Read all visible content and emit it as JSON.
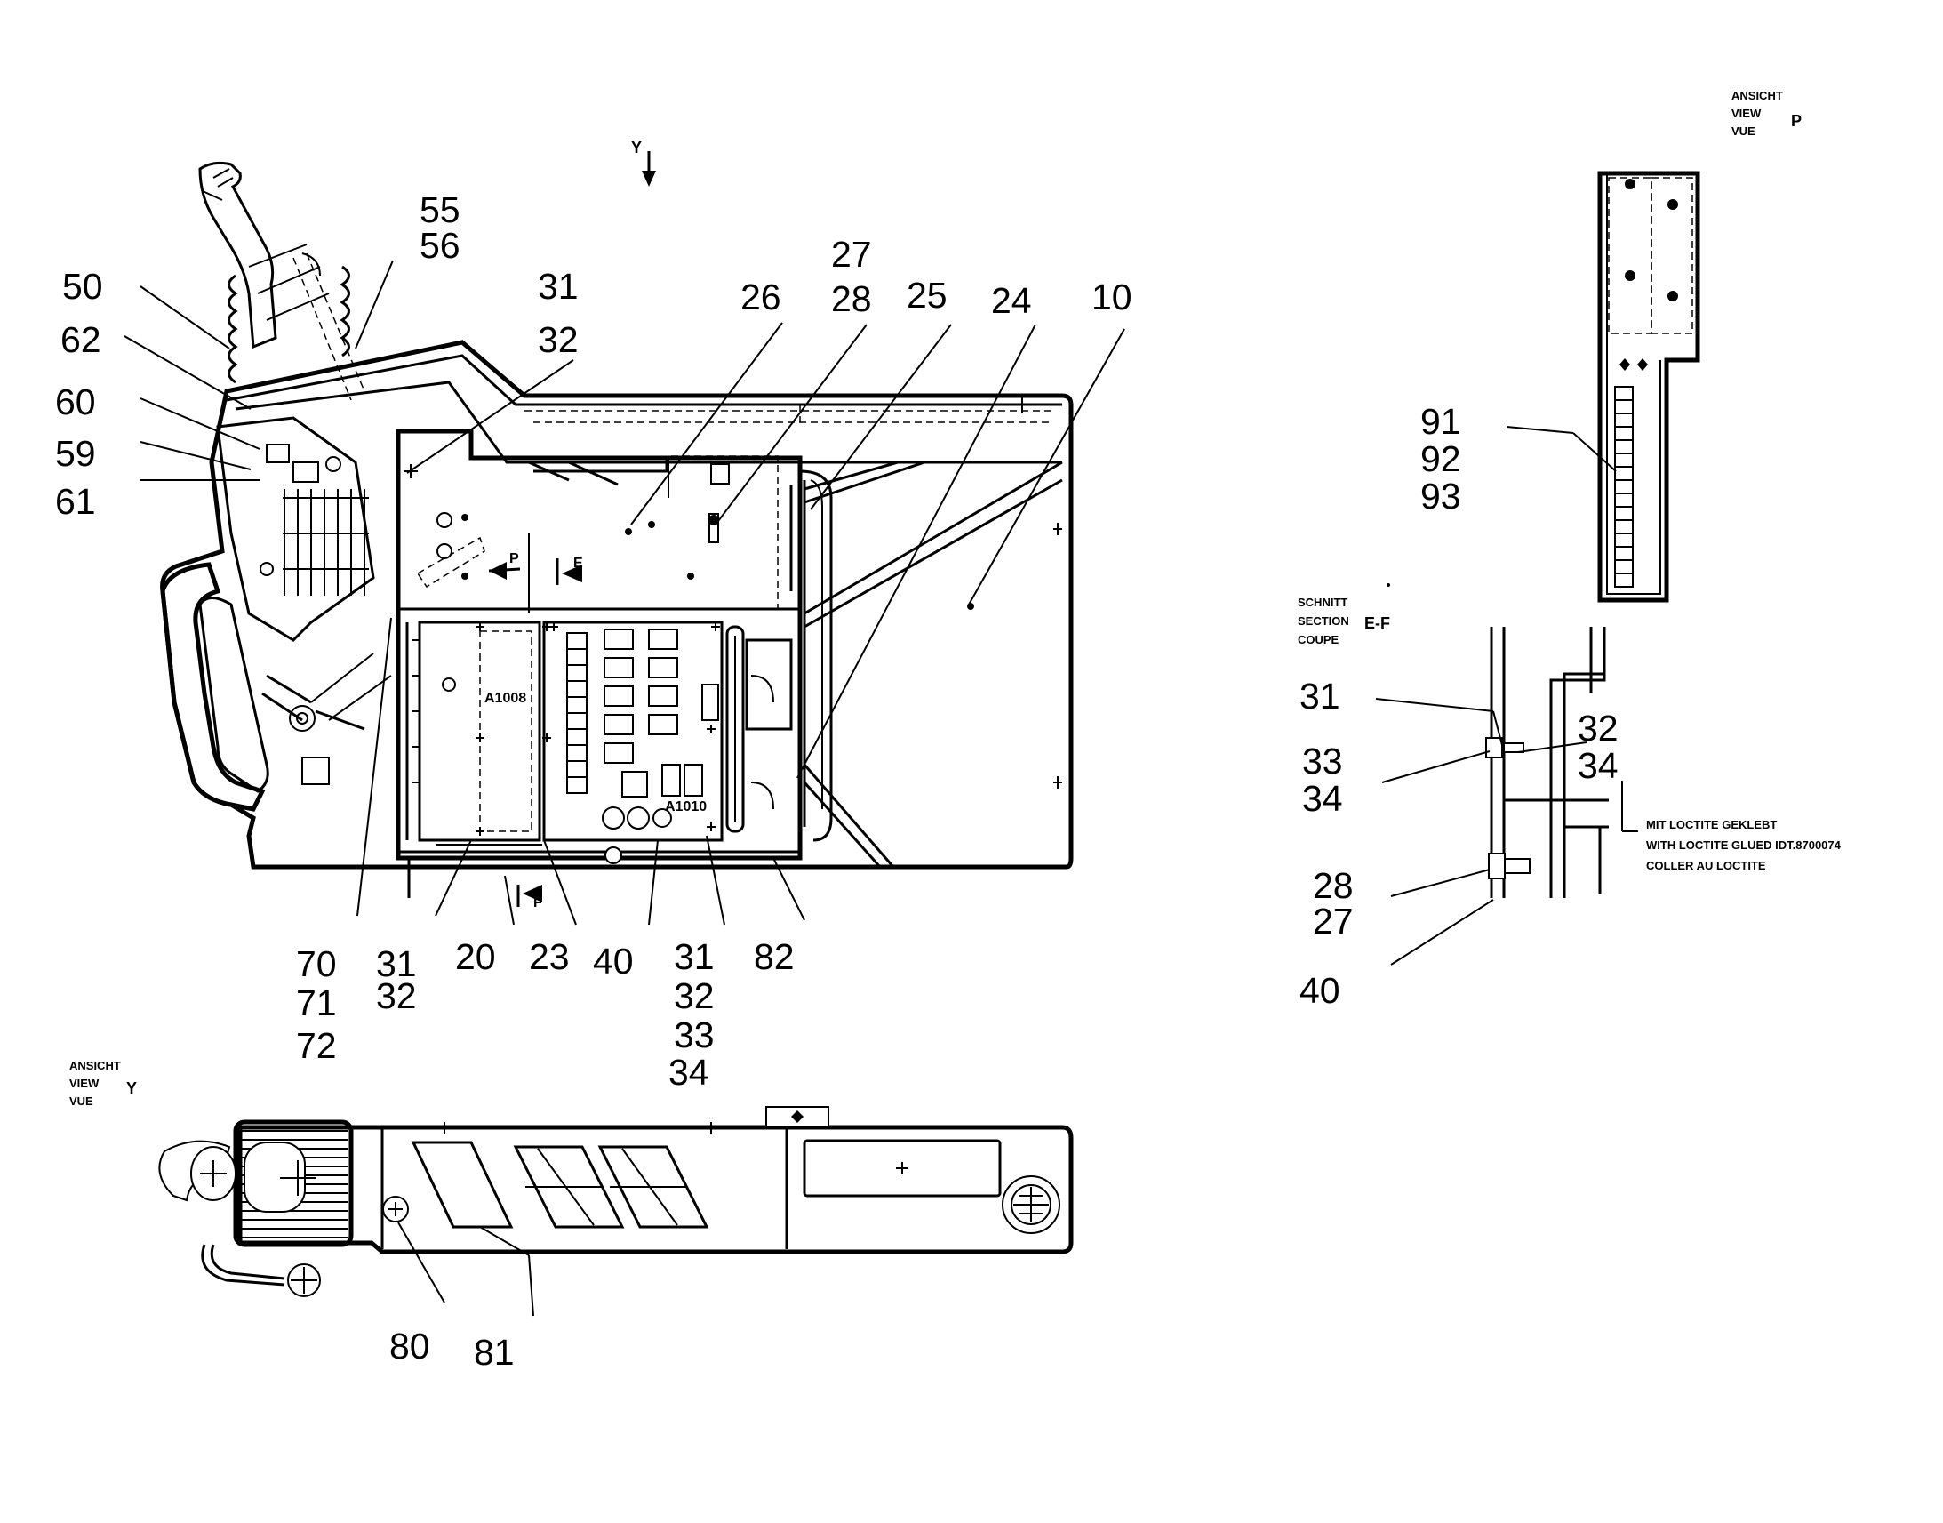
{
  "main_view": {
    "labels_top": [
      "55",
      "56",
      "50",
      "62",
      "60",
      "59",
      "61",
      "31",
      "32",
      "26",
      "27",
      "28",
      "25",
      "24",
      "10"
    ],
    "labels_bottom": [
      "70",
      "71",
      "72",
      "31",
      "32",
      "20",
      "23",
      "40",
      "31",
      "32",
      "33",
      "34",
      "82"
    ],
    "section_marker_e": "E",
    "section_marker_f": "F",
    "view_marker_p": "P",
    "view_arrow_y": "Y",
    "board_left": "A1008",
    "board_right": "A1010"
  },
  "view_p": {
    "title_de": "ANSICHT",
    "title_en": "VIEW",
    "title_fr": "VUE",
    "letter": "P",
    "labels": [
      "91",
      "92",
      "93"
    ]
  },
  "section_ef": {
    "title_de": "SCHNITT",
    "title_en": "SECTION",
    "title_fr": "COUPE",
    "letter": "E-F",
    "labels": [
      "31",
      "32",
      "33",
      "34",
      "34",
      "28",
      "27",
      "40"
    ],
    "note_de": "MIT LOCTITE GEKLEBT",
    "note_en": "WITH LOCTITE GLUED IDT.8700074",
    "note_fr": "COLLER AU LOCTITE"
  },
  "view_y": {
    "title_de": "ANSICHT",
    "title_en": "VIEW",
    "title_fr": "VUE",
    "letter": "Y",
    "labels": [
      "80",
      "81"
    ]
  }
}
